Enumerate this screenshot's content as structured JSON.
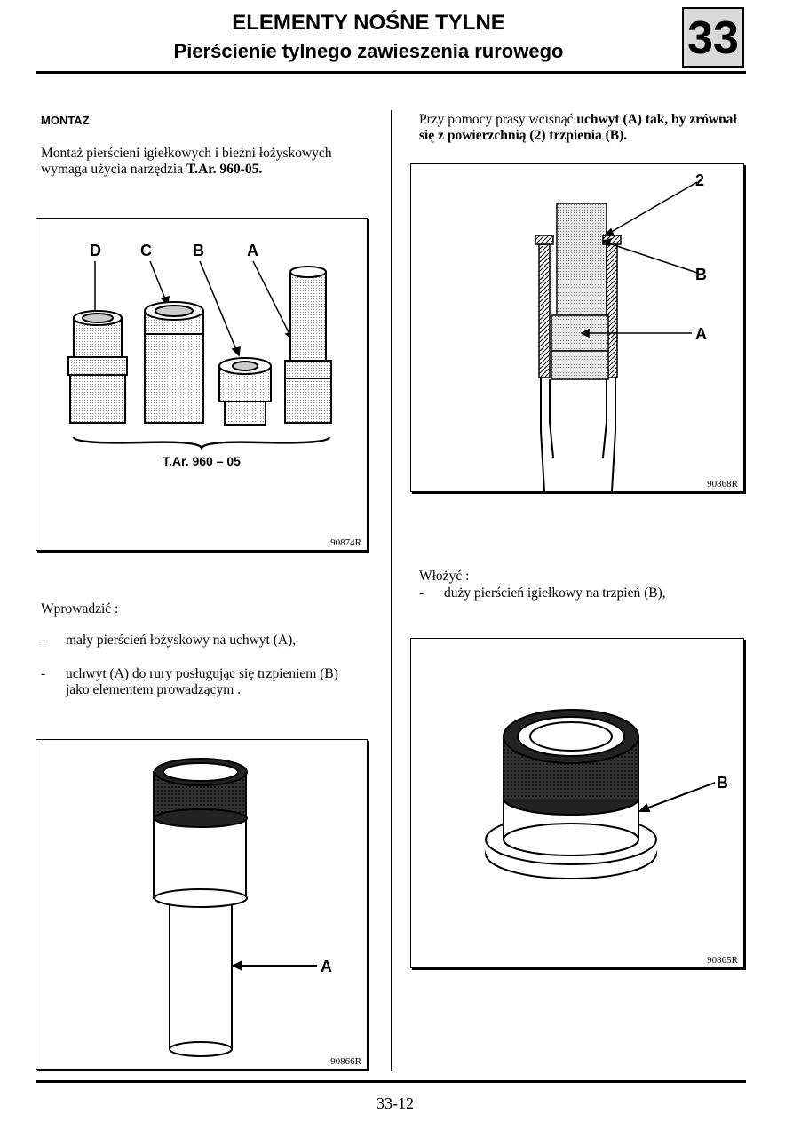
{
  "header": {
    "title_line1": "ELEMENTY NOŚNE TYLNE",
    "title_line2": "Pierścienie tylnego zawieszenia rurowego",
    "chapter_number": "33"
  },
  "left_column": {
    "section_title": "MONTAŻ",
    "intro_part1": "Montaż pierścieni igiełkowych i bieżni łożyskowych  wymaga użycia narzędzia ",
    "intro_tool": "T.Ar. 960-05.",
    "figure1": {
      "labels": [
        "D",
        "C",
        "B",
        "A"
      ],
      "brace_label": "T.Ar. 960 – 05",
      "code": "90874R"
    },
    "instruction": "Wprowadzić :",
    "list": [
      "mały pierścień łożyskowy na uchwyt (A),",
      "uchwyt (A) do rury posługując się trzpieniem (B) jako elementem prowadzącym ."
    ],
    "figure2": {
      "label": "A",
      "code": "90866R"
    }
  },
  "right_column": {
    "intro_part1": "Przy pomocy prasy wcisnąć ",
    "intro_bold": "uchwyt (A) tak, by zrównał się z powierzchnią (2) trzpienia (B).",
    "figure3": {
      "labels": [
        "2",
        "B",
        "A"
      ],
      "code": "90868R"
    },
    "instruction": "Włożyć  :",
    "list": [
      "duży pierścień igiełkowy na trzpień (B),"
    ],
    "figure4": {
      "label": "B",
      "code": "90865R"
    }
  },
  "footer": {
    "page_number": "33-12"
  }
}
